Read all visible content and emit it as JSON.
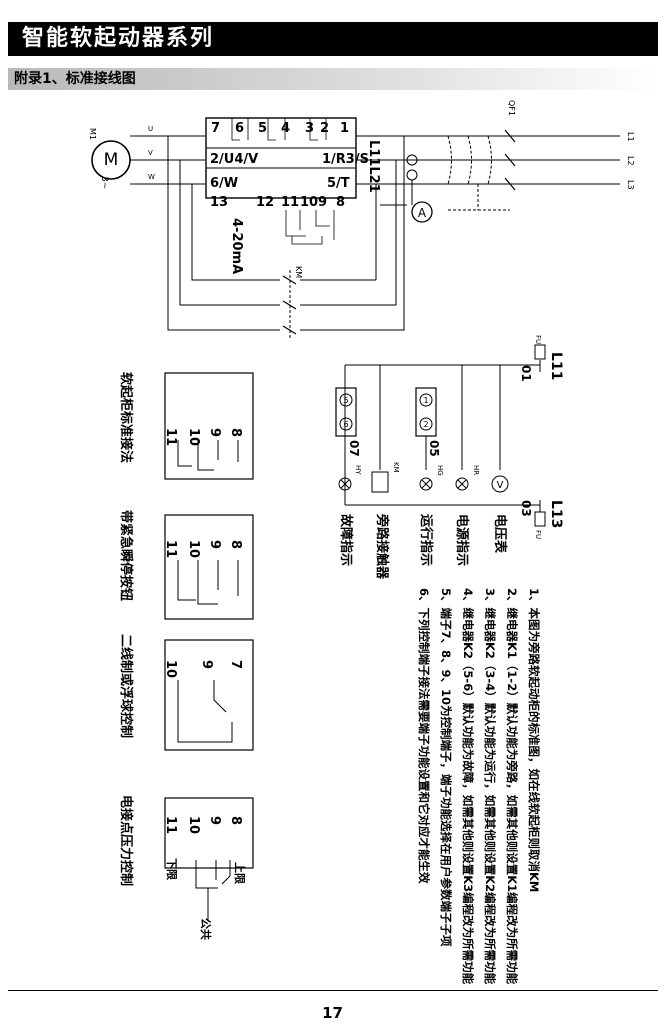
{
  "header": {
    "title": "智能软起动器系列"
  },
  "section": {
    "title": "附录1、标准接线图"
  },
  "motor": {
    "label": "M1",
    "symbol": "M",
    "phase": "3~"
  },
  "terminals": {
    "top_numbers": [
      "7",
      "6",
      "5",
      "4",
      "3",
      "2",
      "1"
    ],
    "row_u": "2/U4/V",
    "row_w": "6/W",
    "row_r": "1/R3/S",
    "row_t": "5/T",
    "l11l21": "L11L21",
    "bottom_numbers": [
      "13",
      "12",
      "11",
      "10",
      "9",
      "8"
    ],
    "current_signal": "4-20mA",
    "uvw": [
      "U",
      "V",
      "W"
    ]
  },
  "breaker": {
    "label": "QF1",
    "lines": [
      "L1",
      "L2",
      "L3"
    ]
  },
  "bypass": {
    "label": "KM"
  },
  "ammeter": "A",
  "control": {
    "l11": "L11",
    "l13": "L13",
    "fu": "FU",
    "terminals": [
      "01",
      "05",
      "07",
      "03"
    ],
    "relay_marks": [
      "5",
      "6",
      "1",
      "2"
    ],
    "lamp_labels": [
      "HY",
      "KM",
      "HG",
      "HR",
      "V"
    ],
    "captions": [
      "故障指示",
      "旁路接触器",
      "运行指示",
      "电源指示",
      "电压表"
    ]
  },
  "notes": [
    "1、本图为旁路软起动柜的标准图，如在线软起柜则取消KM",
    "2、继电器K1（1-2）默认功能为旁路，如需其他则设置K1编程改为所需功能",
    "3、继电器K2（3-4）默认功能为运行，如需其他则设置K2编程改为所需功能",
    "4、继电器K2（5-6）默认功能为故障，如需其他则设置K3编程改为所需功能",
    "5、端子7、8、9、10为控制端子，端子功能选择在用户参数端子子项",
    "6、下列控制端子接法需要端子功能设置和它对应才能生效"
  ],
  "variants": [
    {
      "title": "软起柜标准接法",
      "terms": [
        "11",
        "10",
        "9",
        "8"
      ]
    },
    {
      "title": "带紧急瞬停按钮",
      "terms": [
        "11",
        "10",
        "9",
        "8"
      ]
    },
    {
      "title": "二线制或浮球控制",
      "terms": [
        "10",
        "9",
        "7"
      ]
    },
    {
      "title": "电接点压力控制",
      "terms": [
        "11",
        "10",
        "9",
        "8"
      ],
      "upper": "上限",
      "lower": "下限",
      "common": "公共"
    }
  ],
  "footer": {
    "page": "17"
  }
}
